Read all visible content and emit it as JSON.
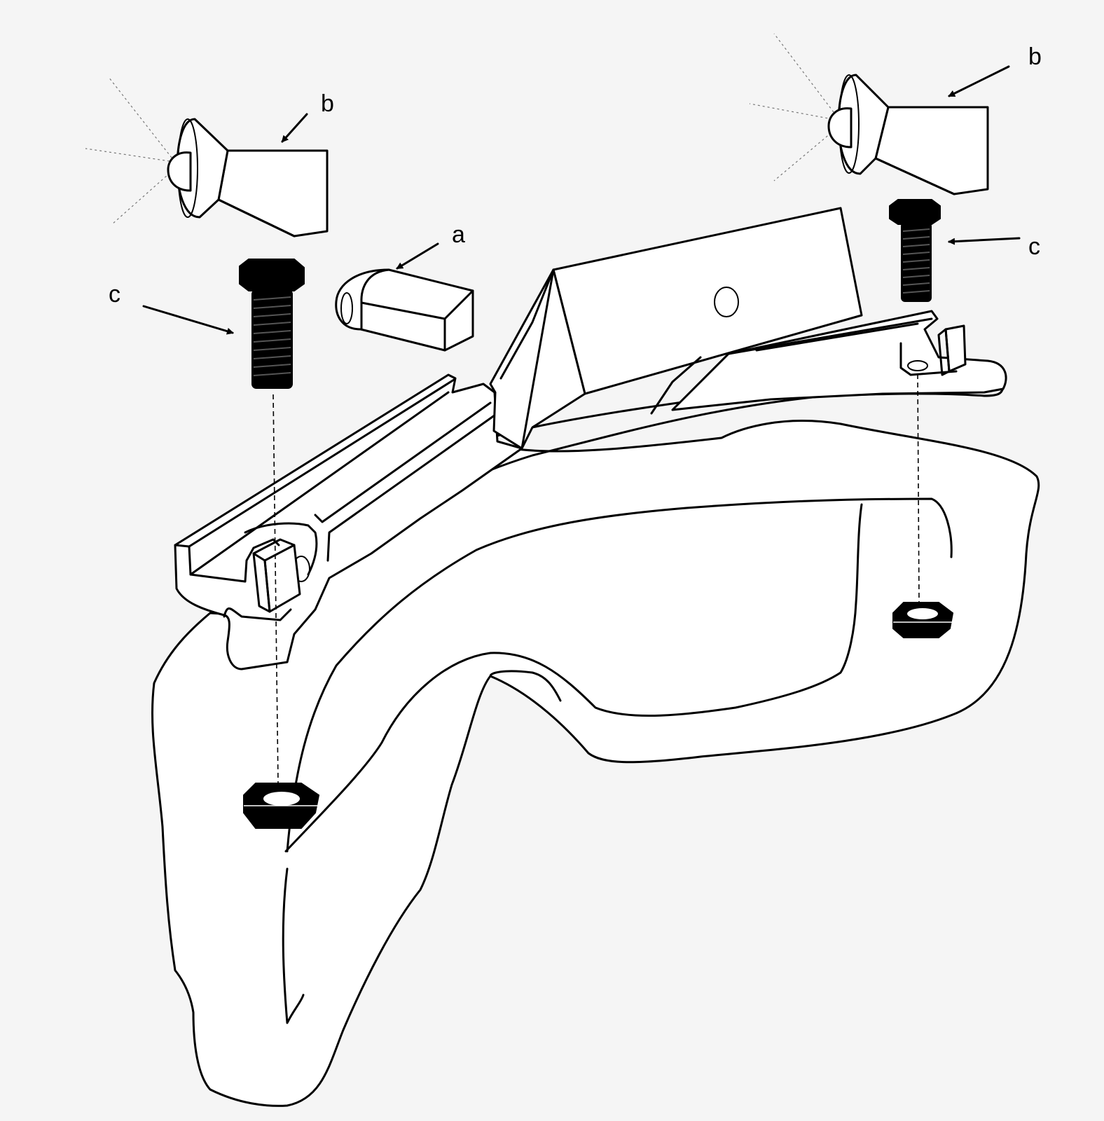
{
  "labels": {
    "a": "a",
    "b_left": "b",
    "b_right": "b",
    "c_left": "c",
    "c_right": "c"
  },
  "colors": {
    "background": "#f5f5f5",
    "line": "#000000",
    "fill": "#ffffff"
  },
  "icons": [
    "lamp-icon",
    "bolt-icon",
    "nut-icon",
    "cap-icon"
  ]
}
